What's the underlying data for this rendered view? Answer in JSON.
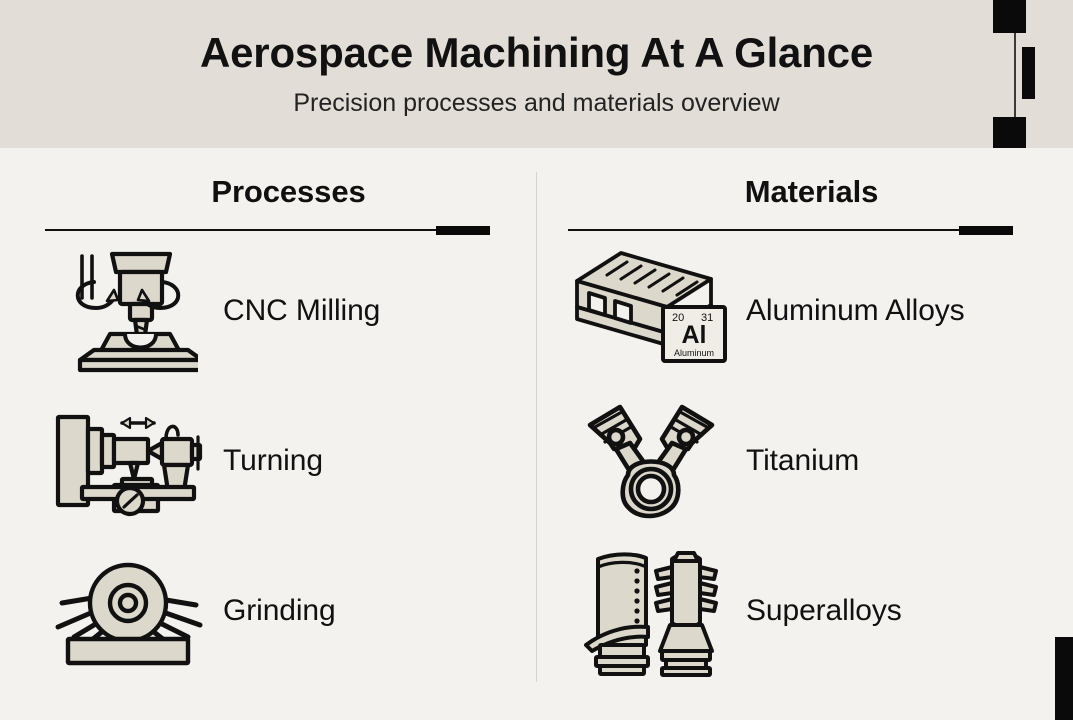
{
  "header": {
    "title": "Aerospace Machining At A Glance",
    "subtitle": "Precision processes and materials overview",
    "band_color": "#E2DED7",
    "decor": {
      "block_top": "square-mark",
      "block_mid": "bar-mark",
      "block_bottom": "square-mark",
      "corner_bar": "corner-bar-mark"
    }
  },
  "page": {
    "background_color": "#F3F2EF",
    "accent_color": "#0A0A0A",
    "icon_fill_color": "#DDD8CC",
    "icon_stroke_color": "#111111",
    "divider_color": "#D4D2CC"
  },
  "columns": [
    {
      "id": "processes",
      "heading": "Processes",
      "items": [
        {
          "label": "CNC Milling",
          "icon": "cnc-milling-icon"
        },
        {
          "label": "Turning",
          "icon": "turning-lathe-icon"
        },
        {
          "label": "Grinding",
          "icon": "grinding-wheel-icon"
        }
      ]
    },
    {
      "id": "materials",
      "heading": "Materials",
      "items": [
        {
          "label": "Aluminum Alloys",
          "icon": "aluminum-extrusion-icon"
        },
        {
          "label": "Titanium",
          "icon": "pistons-icon"
        },
        {
          "label": "Superalloys",
          "icon": "turbine-blades-icon"
        }
      ]
    }
  ],
  "element_tile": {
    "number_left": "20",
    "number_right": "31",
    "symbol": "Al",
    "name": "Aluminum"
  }
}
